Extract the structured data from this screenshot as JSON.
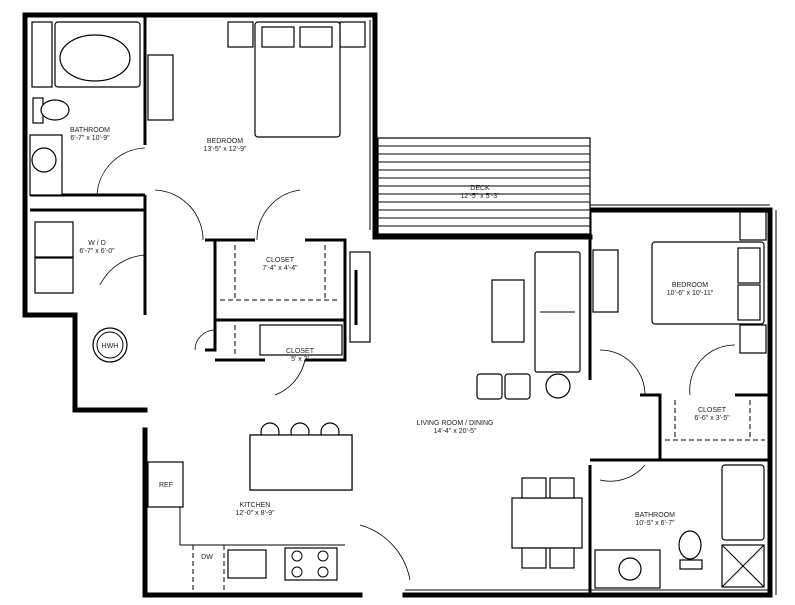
{
  "rooms": {
    "bath1": {
      "name": "BATHROOM",
      "size": "6'-7\" x 10'-9\""
    },
    "bed1": {
      "name": "BEDROOM",
      "size": "13'-5\" x 12'-9\""
    },
    "wd": {
      "name": "W / D",
      "size": "6'-7\" x 6'-0\""
    },
    "closet1": {
      "name": "CLOSET",
      "size": "7'-4\" x 4'-4\""
    },
    "closet2": {
      "name": "CLOSET",
      "size": "5' x 2'"
    },
    "deck": {
      "name": "DECK",
      "size": "12'-5\" x 5'-3\""
    },
    "bed2": {
      "name": "BEDROOM",
      "size": "10'-6\" x 10'-11\""
    },
    "closet3": {
      "name": "CLOSET",
      "size": "6'-6\" x 3'-5\""
    },
    "living": {
      "name": "LIVING ROOM / DINING",
      "size": "14'-4\" x 20'-5\""
    },
    "kitchen": {
      "name": "KITCHEN",
      "size": "12'-0\" x 8'-9\""
    },
    "bath2": {
      "name": "BATHROOM",
      "size": "10'-5\" x 6'-7\""
    }
  },
  "fixtures": {
    "hwh": "HWH",
    "ref": "REF",
    "dw": "DW"
  }
}
